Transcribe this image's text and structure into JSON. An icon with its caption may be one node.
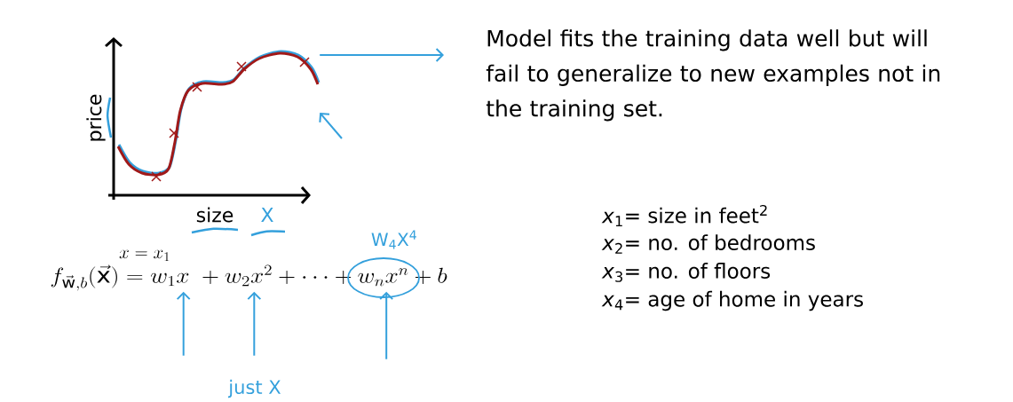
{
  "diagram": {
    "nodes": [
      {
        "text": [],
        "shape": "picture"
      },
      {
        "text": [
          "Model fits the training data well but will fail to generalize to new examples not in the training set."
        ]
      },
      {
        "text": [
          "f_{\\vec{\\mathrm{w}},b}(\\vec{\\mathrm{x}}) = w_1x \\;+ w_2x^2 + \\cdots + w_nx^n + b"
        ]
      }
    ],
    "edges": [
      {
        "from": 0,
        "to": 1,
        "arrow": "to"
      },
      {
        "from": null,
        "to": 0,
        "arrow": "to"
      },
      {
        "from": null,
        "to": 2,
        "arrow": "to"
      },
      {
        "from": null,
        "to": 2,
        "arrow": "to"
      },
      {
        "from": null,
        "to": 2,
        "arrow": "to"
      }
    ],
    "labels": [
      "price",
      "size",
      "X",
      "x = x_1",
      "W$_{4}$X$^{4}$",
      "just X",
      "*x*$_{1}$= size in feet$^{2}$",
      "*x*$_{2}$= no. of bedrooms",
      "*x*$_{3}$= no. of floors",
      "*x*$_{4}$= age of home in years"
    ]
  }
}
